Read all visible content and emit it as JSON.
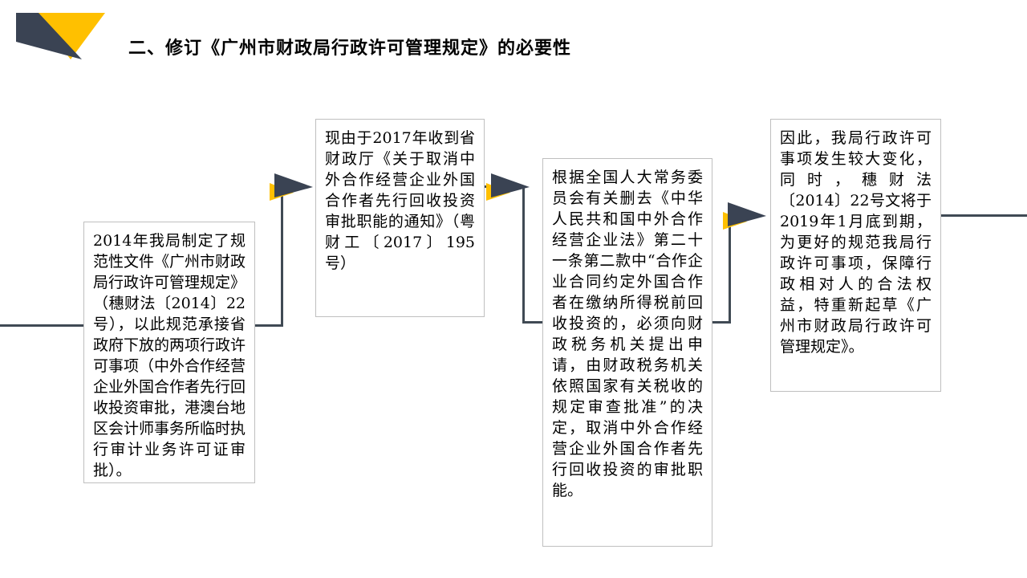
{
  "slide": {
    "title": "二、修订《广州市财政局行政许可管理规定》的必要性",
    "colors": {
      "accent_dark": "#3a4353",
      "accent_gold": "#ffc000",
      "connector": "#404a54",
      "box_border": "#bfbfbf"
    },
    "boxes": [
      {
        "text": "2014年我局制定了规范性文件《广州市财政局行政许可管理规定》（穗财法〔2014〕22号），以此规范承接省政府下放的两项行政许可事项（中外合作经营企业外国合作者先行回收投资审批，港澳台地区会计师事务所临时执行审计业务许可证审批）。"
      },
      {
        "text": "现由于2017年收到省财政厅《关于取消中外合作经营企业外国合作者先行回收投资审批职能的通知》（粤财工〔2017〕195号）"
      },
      {
        "text": "根据全国人大常务委员会有关删去《中华人民共和国中外合作经营企业法》第二十一条第二款中“合作企业合同约定外国合作者在缴纳所得税前回收投资的，必须向财政税务机关提出申请，由财政税务机关依照国家有关税收的规定审查批准”的决定，取消中外合作经营企业外国合作者先行回收投资的审批职能。"
      },
      {
        "text": "因此，我局行政许可事项发生较大变化，同时，穗财法〔2014〕22号文将于2019年1月底到期，为更好的规范我局行政许可事项，保障行政相对人的合法权益，特重新起草《广州市财政局行政许可管理规定》。"
      }
    ]
  }
}
